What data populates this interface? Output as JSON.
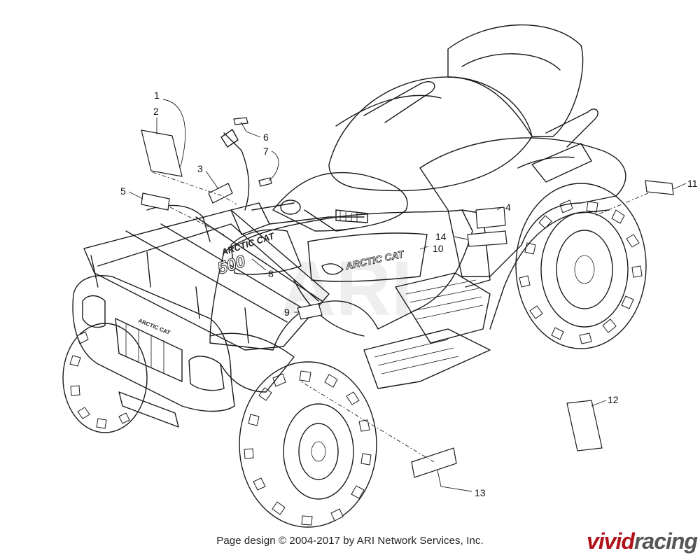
{
  "diagram": {
    "callouts": [
      "1",
      "2",
      "3",
      "4",
      "5",
      "6",
      "7",
      "8",
      "9",
      "10",
      "11",
      "12",
      "13",
      "14"
    ],
    "decal_texts": {
      "tank_brand": "ARCTIC CAT",
      "tank_model": "500",
      "side_brand": "ARCTIC CAT",
      "grille_brand": "ARCTIC CAT"
    },
    "watermark": "ARI"
  },
  "footer": {
    "credit": "Page design © 2004-2017 by ARI Network Services, Inc."
  },
  "brand": {
    "part1": "vivid",
    "part2": "racing",
    "accent_color": "#b0121a"
  }
}
